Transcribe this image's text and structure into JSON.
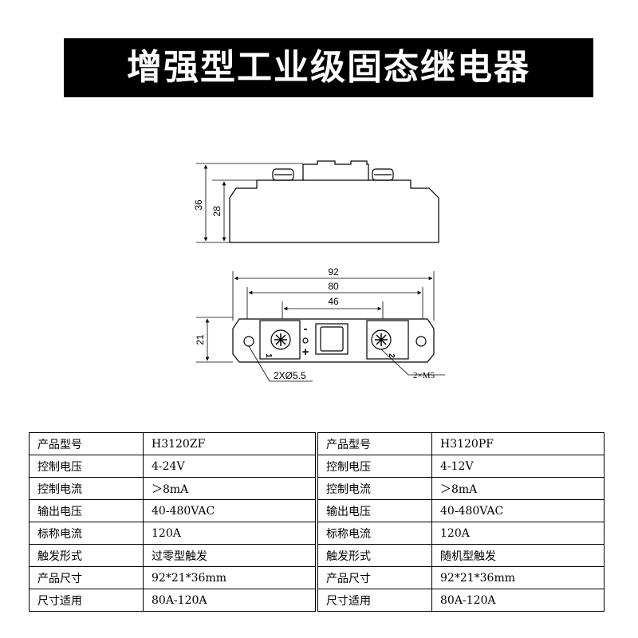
{
  "header": {
    "title": "增强型工业级固态继电器"
  },
  "drawing": {
    "dim_36": "36",
    "dim_28": "28",
    "dim_92": "92",
    "dim_80": "80",
    "dim_46": "46",
    "dim_21": "21",
    "hole_label": "2XØ5.5",
    "screw_label": "2×M5",
    "minus_sign": "-",
    "plus_sign": "+",
    "terminal_1": "1",
    "terminal_2": "2"
  },
  "spec_left": [
    {
      "key": "产品型号",
      "value": "H3120ZF"
    },
    {
      "key": "控制电压",
      "value": "4-24V"
    },
    {
      "key": "控制电流",
      "value": "＞8mA"
    },
    {
      "key": "输出电压",
      "value": "40-480VAC"
    },
    {
      "key": "标称电流",
      "value": "120A"
    },
    {
      "key": "触发形式",
      "value": "过零型触发"
    },
    {
      "key": "产品尺寸",
      "value": "92*21*36mm"
    },
    {
      "key": "尺寸适用",
      "value": "80A-120A"
    }
  ],
  "spec_right": [
    {
      "key": "产品型号",
      "value": "H3120PF"
    },
    {
      "key": "控制电压",
      "value": "4-12V"
    },
    {
      "key": "控制电流",
      "value": "＞8mA"
    },
    {
      "key": "输出电压",
      "value": "40-480VAC"
    },
    {
      "key": "标称电流",
      "value": "120A"
    },
    {
      "key": "触发形式",
      "value": "随机型触发"
    },
    {
      "key": "产品尺寸",
      "value": "92*21*36mm"
    },
    {
      "key": "尺寸适用",
      "value": "80A-120A"
    }
  ]
}
